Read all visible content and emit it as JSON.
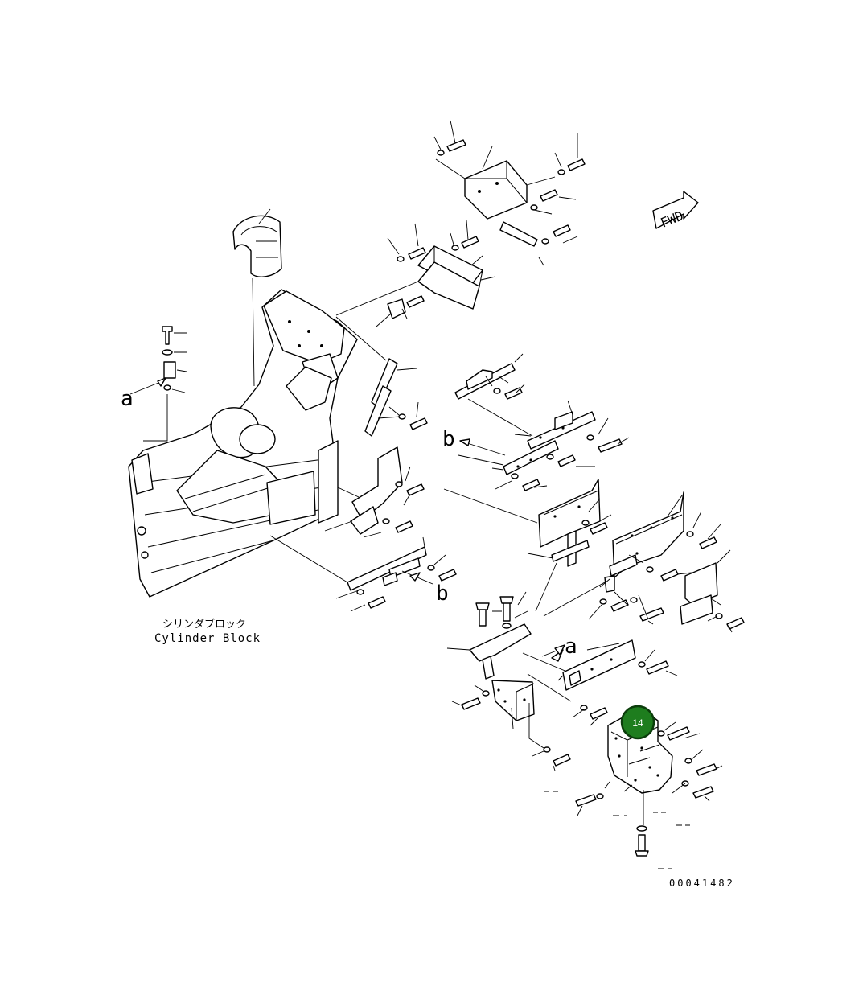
{
  "diagram": {
    "direction_badge": "FWD",
    "block_label_jp": "シリンダブロック",
    "block_label_en": "Cylinder Block",
    "view_refs": [
      "a",
      "b",
      "b",
      "a"
    ],
    "drawing_number": "00041482",
    "callout": {
      "number": "14",
      "color": "#1e7d1e"
    }
  }
}
